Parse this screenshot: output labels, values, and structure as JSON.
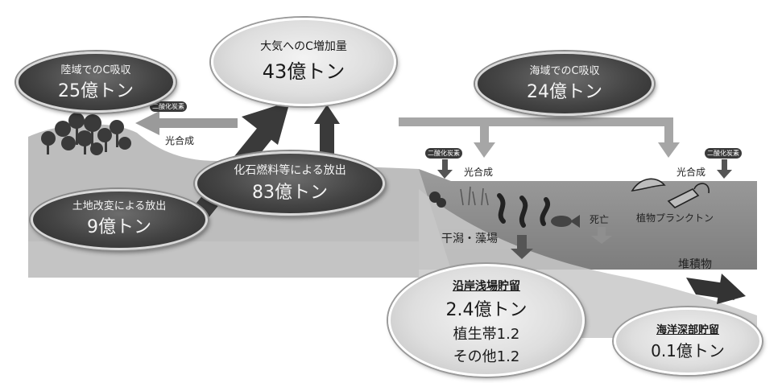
{
  "atmosphere": {
    "label": "大気へのC増加量",
    "value": "43億トン"
  },
  "land_absorption": {
    "label": "陸域でのC吸収",
    "value": "25億トン"
  },
  "ocean_absorption": {
    "label": "海域でのC吸収",
    "value": "24億トン"
  },
  "fossil_fuel": {
    "label": "化石燃料等による放出",
    "value": "83億トン"
  },
  "land_change": {
    "label": "土地改変による放出",
    "value": "9億トン"
  },
  "coastal_storage": {
    "title": "沿岸浅場貯留",
    "value": "2.4億トン",
    "line2": "植生帯1.2",
    "line3": "その他1.2"
  },
  "deep_storage": {
    "title": "海洋深部貯留",
    "value": "0.1億トン"
  },
  "labels": {
    "photosynthesis_land": "光合成",
    "photosynthesis_coast": "光合成",
    "photosynthesis_ocean": "光合成",
    "tidal_flat": "干潟・藻場",
    "death": "死亡",
    "plankton": "植物プランクトン",
    "sediment": "堆積物",
    "co2_land": "二酸化炭素",
    "co2_coast": "二酸化炭素",
    "co2_ocean": "二酸化炭素"
  }
}
